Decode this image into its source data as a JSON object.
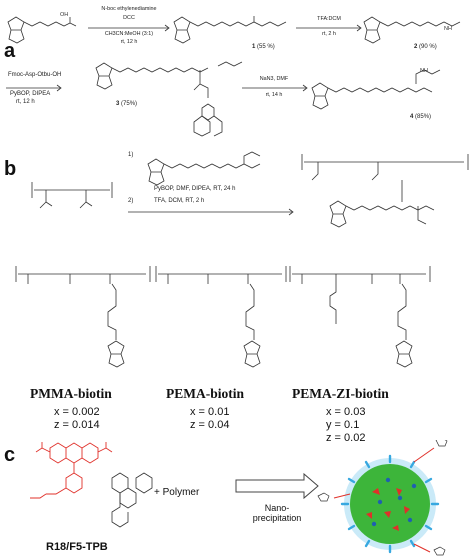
{
  "panels": {
    "a": "a",
    "b": "b",
    "c": "c"
  },
  "scheme_a": {
    "step1": {
      "reagent1": "N-boc ethylenediamine",
      "reagent2": "DCC",
      "solvent": "CH3CN:MeOH (3:1)",
      "cond": "rt, 12 h",
      "product": "1",
      "yield": "(55 %)"
    },
    "step2": {
      "reagent": "TFA:DCM",
      "cond": "rt, 2 h",
      "product": "2",
      "yield": "(90 %)"
    },
    "step3": {
      "reagent1": "Fmoc-Asp-Otbu-OH",
      "reagent2": "PyBOP, DIPEA",
      "cond": "rt, 12 h",
      "product": "3",
      "yield": "(75%)"
    },
    "step4": {
      "reagent": "NaN3, DMF",
      "cond": "rt, 14 h",
      "product": "4",
      "yield": "(85%)"
    }
  },
  "scheme_b": {
    "step_num1": "1)",
    "step_num2": "2)",
    "reagent1": "PyBOP, DMF, DIPEA, RT, 24 h",
    "reagent2": "TFA, DCM, RT, 2 h"
  },
  "polymers": [
    {
      "name": "PMMA-biotin",
      "ratios": [
        "x = 0.002",
        "z = 0.014"
      ]
    },
    {
      "name": "PEMA-biotin",
      "ratios": [
        "x = 0.01",
        "z = 0.04"
      ]
    },
    {
      "name": "PEMA-ZI-biotin",
      "ratios": [
        "x = 0.03",
        "y = 0.1",
        "z = 0.02"
      ]
    }
  ],
  "panel_c": {
    "dye_name": "R18/F5-TPB",
    "plus_polymer": "+ Polymer",
    "process_line1": "Nano-",
    "process_line2": "precipitation"
  },
  "colors": {
    "dye": "#e0302a",
    "nanoparticle": "#3db53a",
    "shell": "#37a8e0",
    "ink": "#222222"
  }
}
